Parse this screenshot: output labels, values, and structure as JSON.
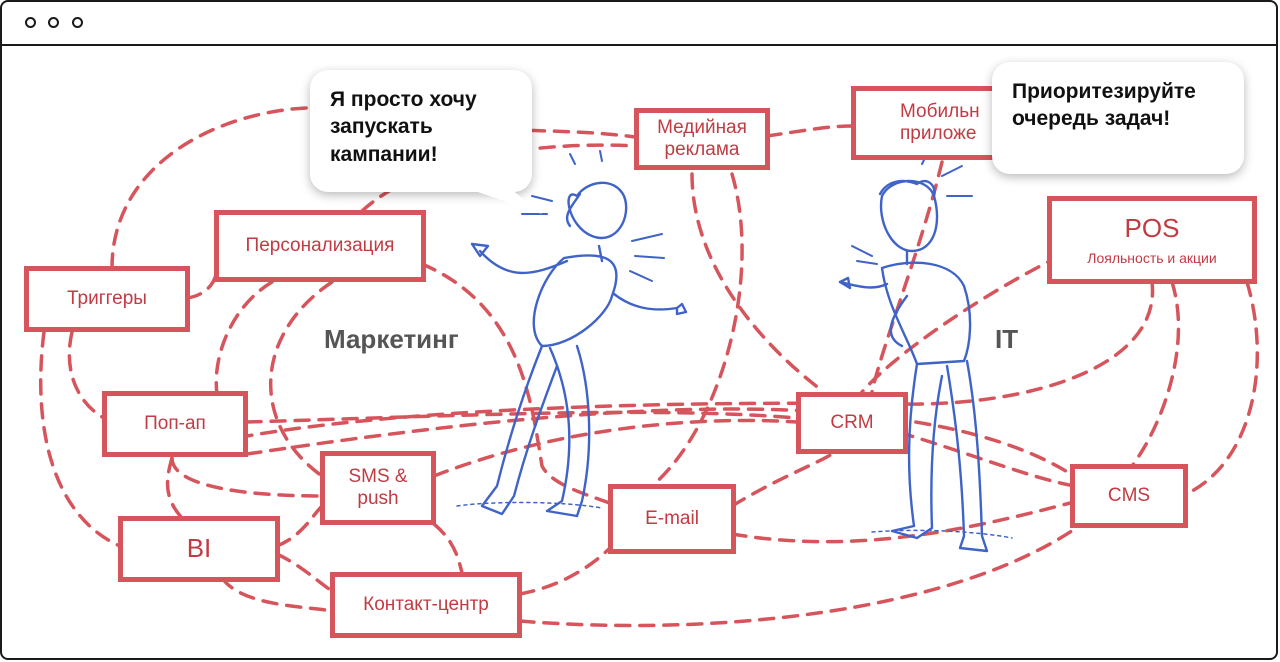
{
  "window": {
    "controls": [
      "close",
      "minimize",
      "maximize"
    ]
  },
  "colors": {
    "node_border": "#d6555c",
    "node_text": "#c13b43",
    "dashes": "#d6555c",
    "figure": "#3f63c7"
  },
  "groups": {
    "marketing": "Маркетинг",
    "it": "IT"
  },
  "bubbles": {
    "marketing": "Я просто хочу\nзапускать\nкампании!",
    "it": "Приоритезируйте\nочередь задач!"
  },
  "nodes": {
    "media": [
      "Медийная",
      "реклама"
    ],
    "mobile": [
      "Мобильн",
      "приложе"
    ],
    "pos": {
      "title": "POS",
      "subtitle": "Лояльность и акции"
    },
    "personalization": "Персонализация",
    "triggers": "Триггеры",
    "popup": "Поп-ап",
    "sms": [
      "SMS &",
      "push"
    ],
    "crm": "CRM",
    "email": "E-mail",
    "cms": "CMS",
    "bi": "BI",
    "contact": "Контакт-центр"
  },
  "figures": {
    "left": "woman-figure",
    "right": "man-figure"
  }
}
